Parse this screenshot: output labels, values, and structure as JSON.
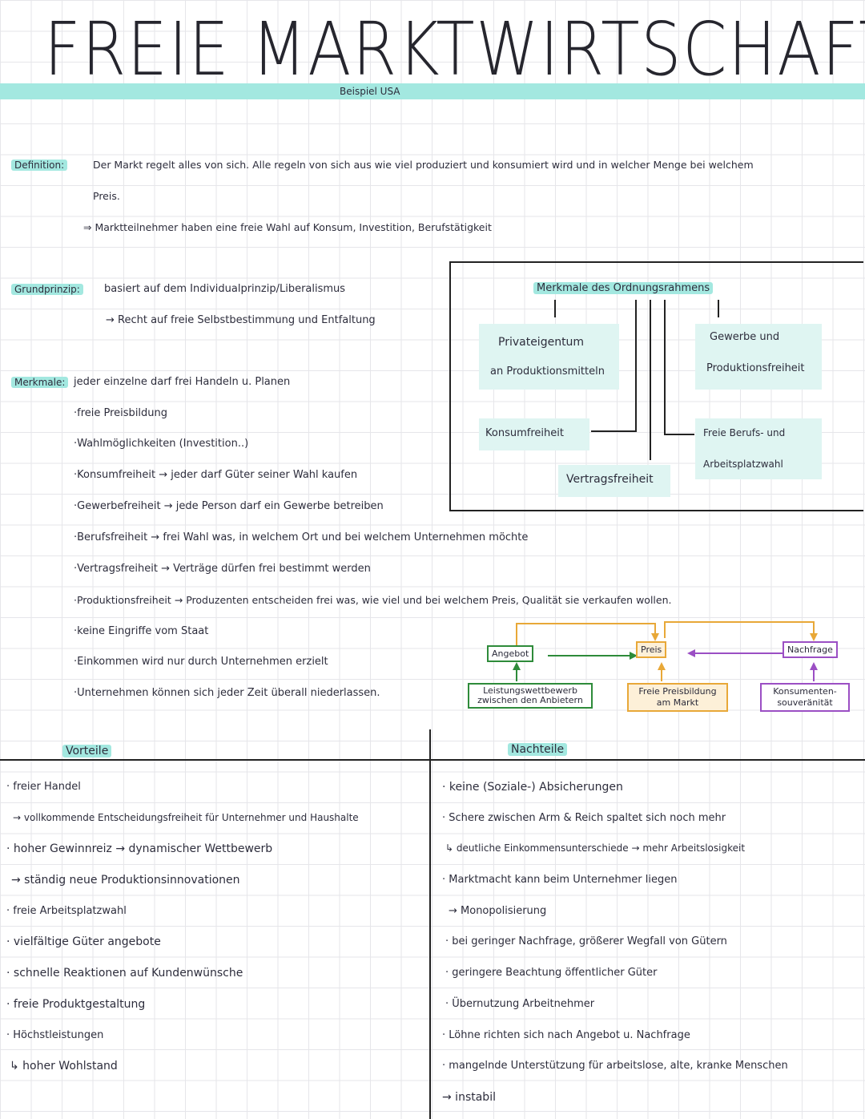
{
  "header": {
    "title": "FREIE MARKTWIRTSCHAFT",
    "subtitle": "Beispiel USA"
  },
  "definition": {
    "label": "Definition:",
    "line1": "Der Markt regelt alles von sich. Alle regeln von sich aus wie viel produziert und konsumiert wird und in welcher Menge bei welchem",
    "line2": "Preis.",
    "line3": "⇒ Marktteilnehmer haben eine freie Wahl auf Konsum, Investition, Berufstätigkeit"
  },
  "grundprinzip": {
    "label": "Grundprinzip:",
    "line1": "basiert auf dem Individualprinzip/Liberalismus",
    "line2": "→ Recht auf freie Selbstbestimmung und Entfaltung"
  },
  "merkmale": {
    "label": "Merkmale:",
    "items": [
      "jeder einzelne darf frei Handeln u. Planen",
      "·freie Preisbildung",
      "·Wahlmöglichkeiten (Investition..)",
      "·Konsumfreiheit → jeder darf Güter seiner Wahl kaufen",
      "·Gewerbefreiheit → jede Person darf ein Gewerbe betreiben",
      "·Berufsfreiheit → frei Wahl was, in welchem Ort und bei welchem Unternehmen möchte",
      "·Vertragsfreiheit → Verträge dürfen frei bestimmt werden",
      "·Produktionsfreiheit → Produzenten entscheiden frei was, wie viel und bei welchem Preis, Qualität sie verkaufen wollen.",
      "·keine Eingriffe vom Staat",
      "·Einkommen wird nur durch Unternehmen erzielt",
      "·Unternehmen können sich jeder Zeit überall niederlassen."
    ]
  },
  "ordnungsrahmen": {
    "title": "Merkmale des Ordnungsrahmens",
    "privat1": "Privateigentum",
    "privat2": "an Produktionsmitteln",
    "gewerbe1": "Gewerbe und",
    "gewerbe2": "Produktionsfreiheit",
    "konsum": "Konsumfreiheit",
    "vertrag": "Vertragsfreiheit",
    "beruf1": "Freie Berufs- und",
    "beruf2": "Arbeitsplatzwahl"
  },
  "diagram": {
    "angebot": "Angebot",
    "preis": "Preis",
    "nachfrage": "Nachfrage",
    "leistung": "Leistungswettbewerb zwischen den Anbietern",
    "preisbildung": "Freie Preisbildung am Markt",
    "konsumenten": "Konsumenten-souveränität",
    "colors": {
      "green": "#2e8b3a",
      "orange": "#e8a838",
      "purple": "#9b4fc4"
    }
  },
  "vorteile": {
    "heading": "Vorteile",
    "items": [
      "· freier Handel",
      "→ vollkommende Entscheidungsfreiheit für Unternehmer und Haushalte",
      "· hoher Gewinnreiz → dynamischer Wettbewerb",
      "→ ständig neue Produktionsinnovationen",
      "· freie Arbeitsplatzwahl",
      "· vielfältige Güter angebote",
      "· schnelle Reaktionen auf Kundenwünsche",
      "· freie Produktgestaltung",
      "· Höchstleistungen",
      "↳ hoher Wohlstand"
    ]
  },
  "nachteile": {
    "heading": "Nachteile",
    "items": [
      "· keine (Soziale-) Absicherungen",
      "· Schere zwischen Arm & Reich spaltet sich noch mehr",
      "↳ deutliche Einkommensunterschiede → mehr Arbeitslosigkeit",
      "· Marktmacht kann beim Unternehmer liegen",
      "→ Monopolisierung",
      "· bei geringer Nachfrage, größerer Wegfall von Gütern",
      "· geringere Beachtung öffentlicher Güter",
      "· Übernutzung Arbeitnehmer",
      "· Löhne richten sich nach Angebot u. Nachfrage",
      "· mangelnde Unterstützung für arbeitslose, alte, kranke Menschen",
      "→ instabil"
    ]
  }
}
